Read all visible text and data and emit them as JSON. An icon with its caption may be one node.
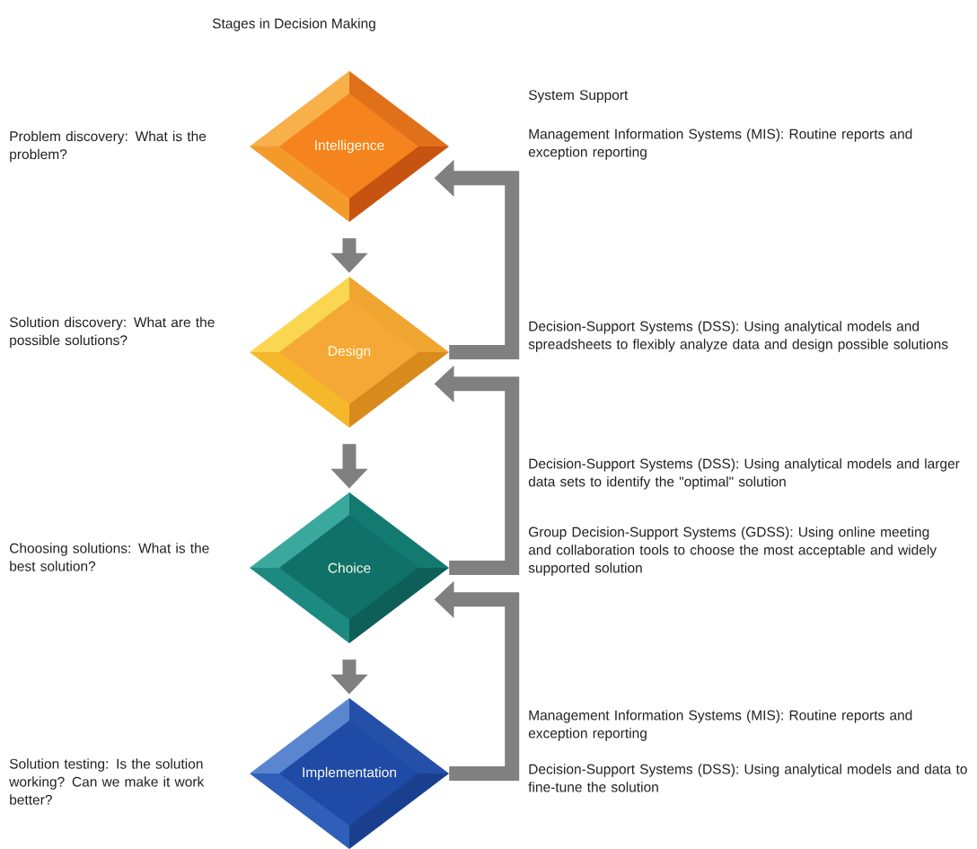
{
  "diagram": {
    "title": "Stages in Decision Making",
    "nodes": [
      {
        "text": [
          "Intelligence"
        ],
        "beside": [
          "Problem discovery: What is the problem?"
        ]
      },
      {
        "text": [
          "Design"
        ],
        "beside": [
          "Solution discovery: What are the possible solutions?"
        ]
      },
      {
        "text": [
          "Choice"
        ],
        "beside": [
          "Choosing solutions: What is the best solution?"
        ]
      },
      {
        "text": [
          "Implementation"
        ],
        "beside": [
          "Solution testing: Is the solution working? Can we make it work better?"
        ]
      }
    ],
    "edges": [
      {
        "from": 0,
        "to": 1,
        "arrow": "to"
      },
      {
        "from": 1,
        "to": 0,
        "arrow": "to"
      },
      {
        "from": 1,
        "to": 2,
        "arrow": "to"
      },
      {
        "from": 2,
        "to": 1,
        "arrow": "to"
      },
      {
        "from": 2,
        "to": 3,
        "arrow": "to"
      },
      {
        "from": 3,
        "to": 2,
        "arrow": "to"
      }
    ],
    "labels": [
      "System Support",
      "Management Information Systems (MIS): Routine reports and exception reporting",
      "Decision-Support Systems (DSS): Using analytical models and spreadsheets to flexibly analyze data and design possible solutions",
      "Decision-Support Systems (DSS): Using analytical models and larger data sets to identify the \"optimal\" solution",
      "Group Decision-Support Systems (GDSS): Using online meeting and collaboration tools to choose the most acceptable and widely supported solution",
      "Management Information Systems (MIS): Routine reports and exception reporting",
      "Decision-Support Systems (DSS): Using analytical models and data to fine-tune the solution"
    ]
  }
}
